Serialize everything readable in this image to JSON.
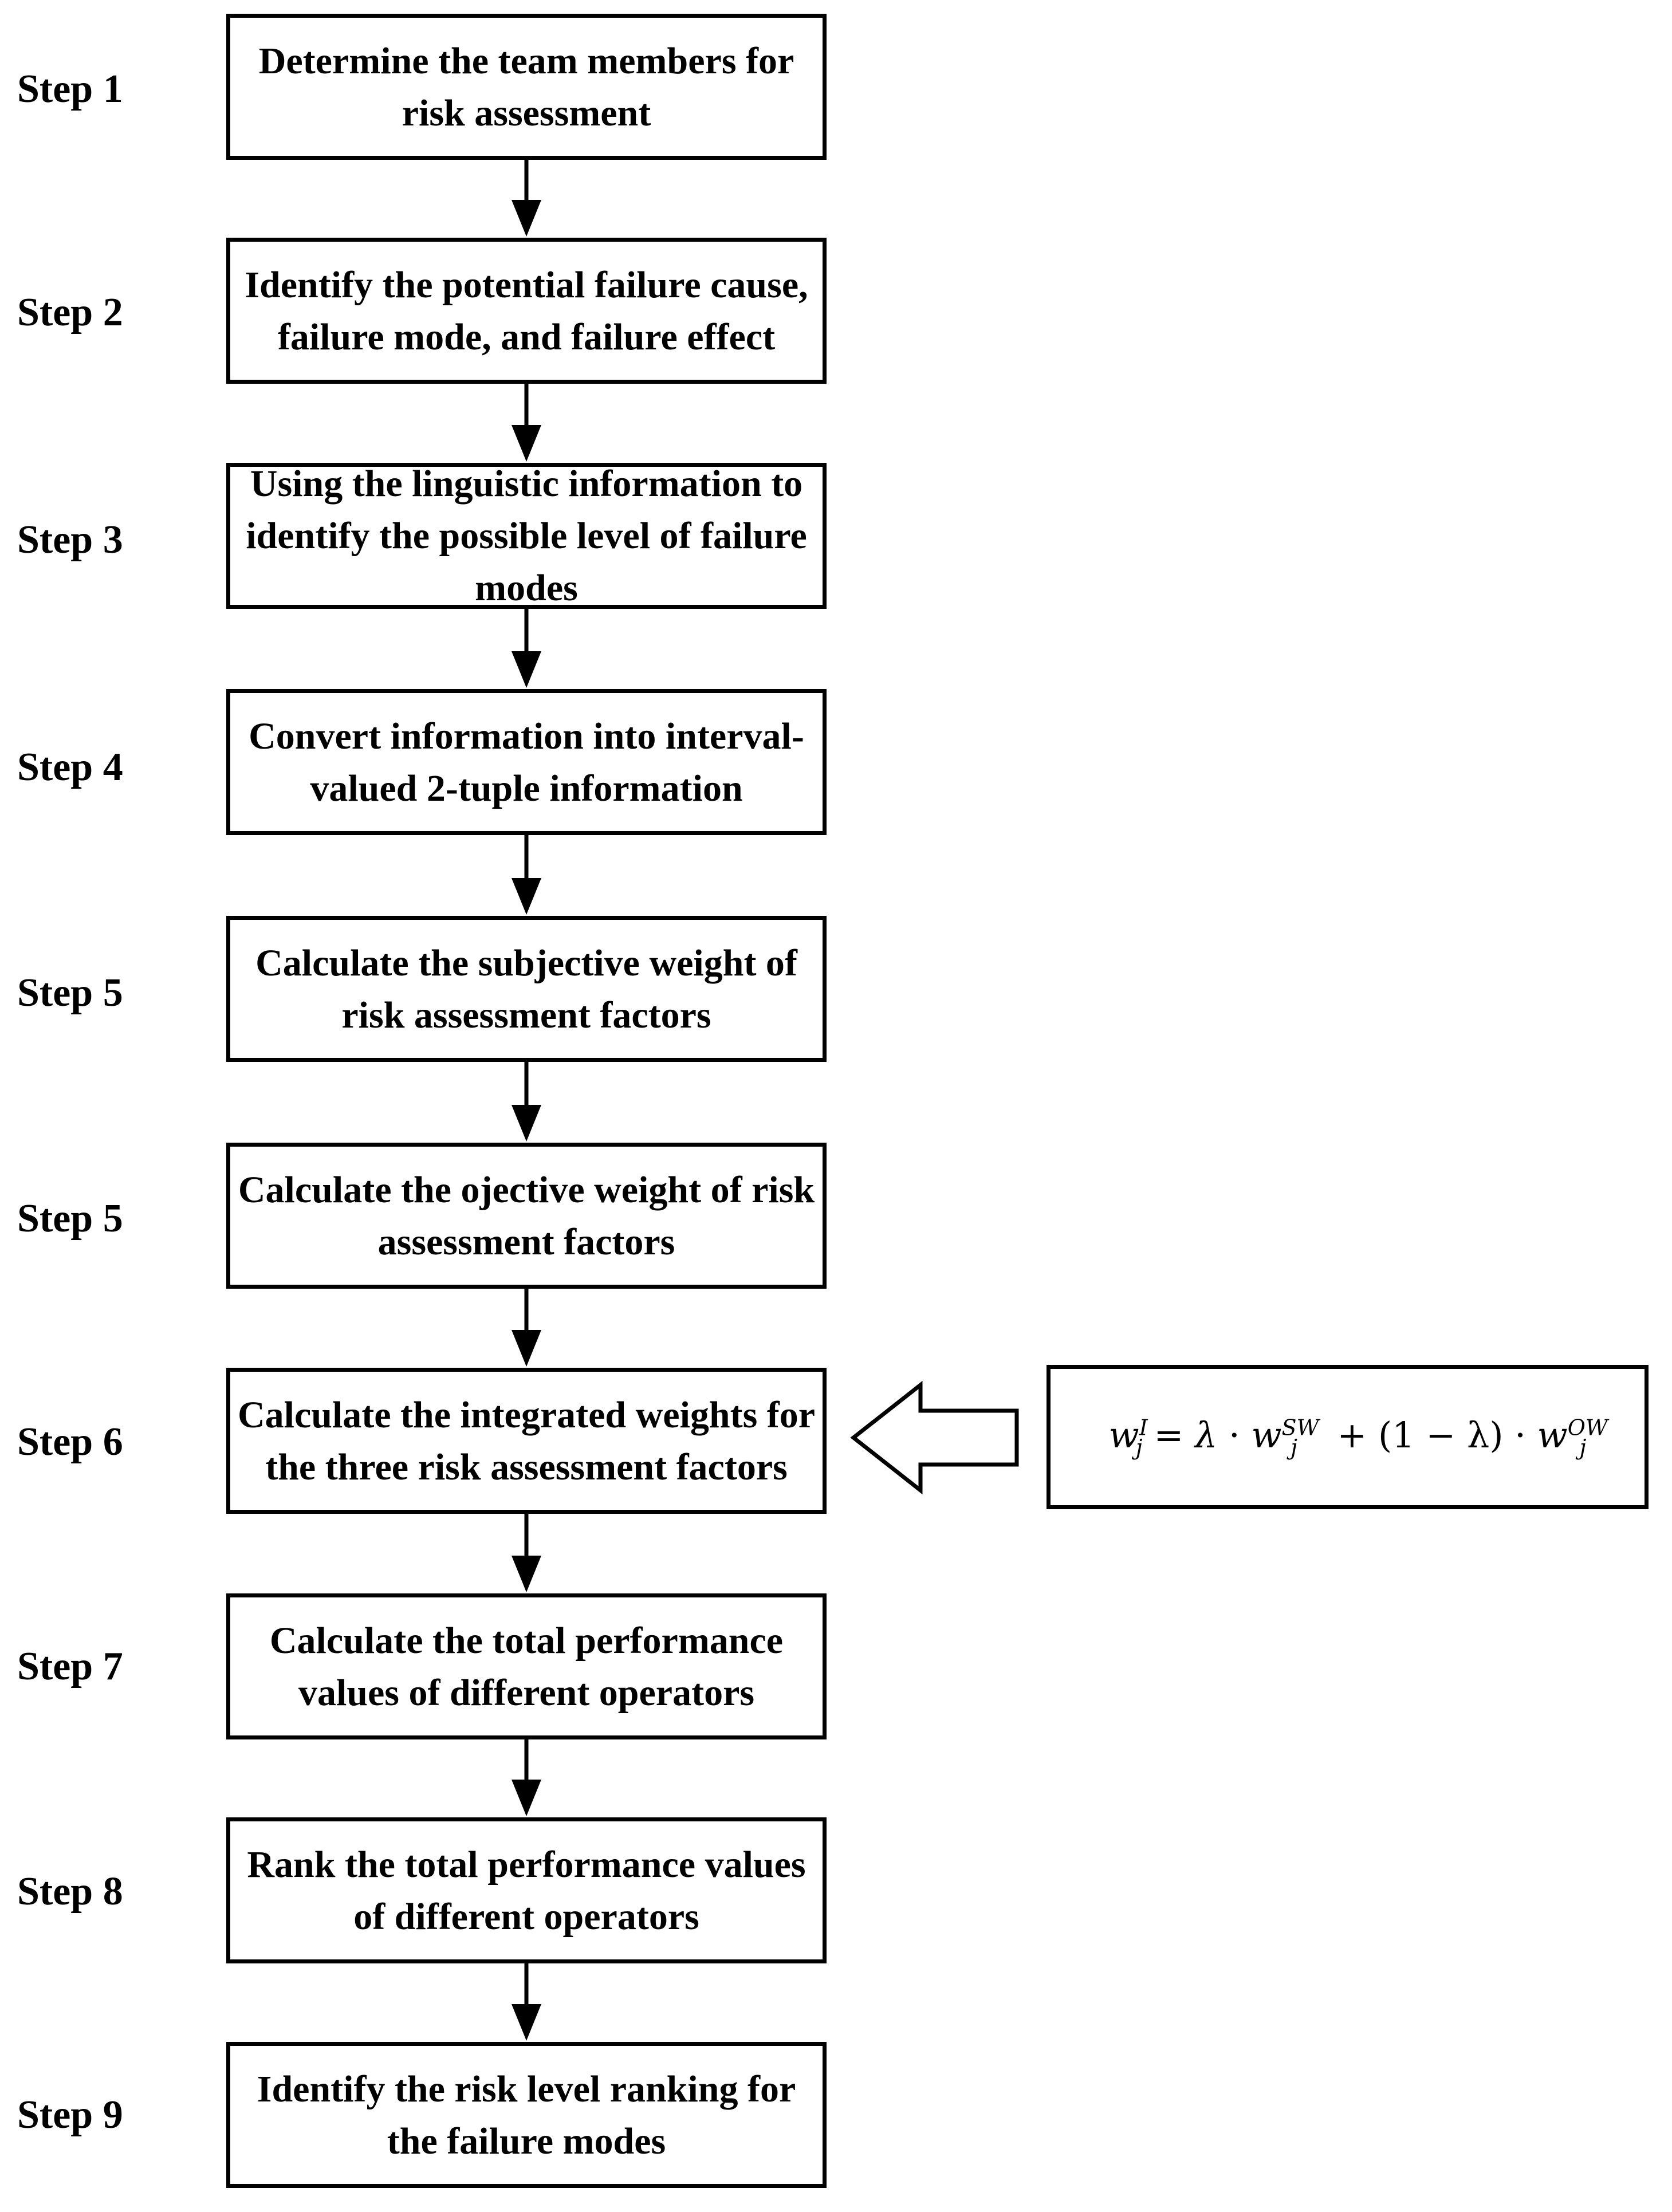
{
  "steps": [
    {
      "label": "Step 1",
      "text": "Determine the team members for risk assessment"
    },
    {
      "label": "Step 2",
      "text": "Identify the potential failure cause, failure mode, and failure effect"
    },
    {
      "label": "Step 3",
      "text": "Using the linguistic information to identify the possible level of failure modes"
    },
    {
      "label": "Step 4",
      "text": "Convert information into interval-valued 2-tuple information"
    },
    {
      "label": "Step 5",
      "text": "Calculate the subjective weight of risk assessment factors"
    },
    {
      "label": "Step 5",
      "text": "Calculate the ojective weight of risk assessment factors"
    },
    {
      "label": "Step 6",
      "text": "Calculate the integrated weights for the three risk assessment factors"
    },
    {
      "label": "Step 7",
      "text": "Calculate the total performance values of different operators"
    },
    {
      "label": "Step 8",
      "text": "Rank the total performance values of different operators"
    },
    {
      "label": "Step 9",
      "text": "Identify the risk level ranking for the failure modes"
    }
  ],
  "formula": {
    "lhs": "w",
    "lhs_sub": "j",
    "lhs_sup": "I",
    "equals": "=",
    "lambda": "λ",
    "dot": "·",
    "w1": "w",
    "w1_sub": "j",
    "w1_sup": "SW",
    "plus": "+",
    "one_minus_lambda": "(1 − λ)",
    "w2": "w",
    "w2_sub": "j",
    "w2_sup": "OW"
  }
}
